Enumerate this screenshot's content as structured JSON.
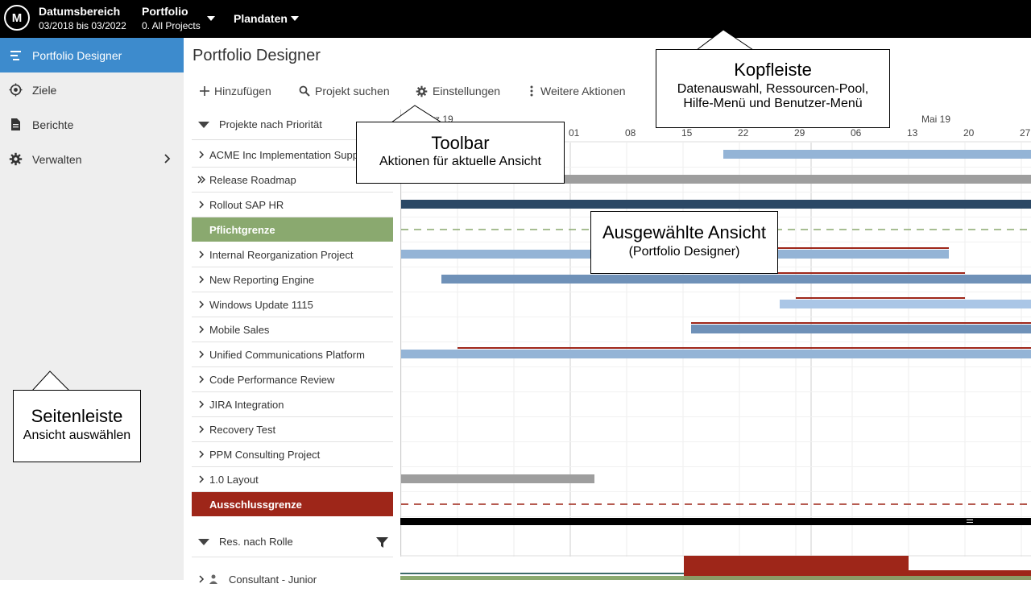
{
  "header": {
    "date_range_label": "Datumsbereich",
    "date_range_value": "03/2018 bis 03/2022",
    "portfolio_label": "Portfolio",
    "portfolio_value": "0. All Projects",
    "plandaten_label": "Plandaten"
  },
  "sidebar": {
    "items": [
      {
        "label": "Portfolio Designer",
        "icon": "portfolio-designer-icon",
        "active": true
      },
      {
        "label": "Ziele",
        "icon": "target-icon"
      },
      {
        "label": "Berichte",
        "icon": "document-icon"
      },
      {
        "label": "Verwalten",
        "icon": "gear-icon"
      }
    ]
  },
  "main": {
    "title": "Portfolio Designer",
    "toolbar": [
      {
        "label": "Hinzufügen",
        "icon": "plus-icon"
      },
      {
        "label": "Projekt suchen",
        "icon": "search-icon"
      },
      {
        "label": "Einstellungen",
        "icon": "gear-icon"
      },
      {
        "label": "Weitere Aktionen",
        "icon": "more-vertical-icon"
      }
    ]
  },
  "list": {
    "group_header": "Projekte nach Priorität",
    "rows": [
      "ACME Inc Implementation Supp",
      "Release Roadmap",
      "Rollout SAP HR",
      "Pflichtgrenze",
      "Internal Reorganization Project",
      "New Reporting Engine",
      "Windows Update 1115",
      "Mobile Sales",
      "Unified Communications Platform",
      "Code Performance Review",
      "JIRA Integration",
      "Recovery Test",
      "PPM Consulting Project",
      "1.0 Layout",
      "Ausschlussgrenze"
    ],
    "res_header": "Res. nach Rolle",
    "res_rows": [
      "Consultant - Junior"
    ]
  },
  "timeline": {
    "months": [
      {
        "label": "rz 19"
      },
      {
        "label": "Mai 19"
      }
    ],
    "weeks": [
      "01",
      "08",
      "15",
      "22",
      "29",
      "06",
      "13",
      "20",
      "27"
    ]
  },
  "colors": {
    "header_bg": "#000000",
    "sidebar_active": "#3d8bcd",
    "pflichtgrenze": "#8aa96f",
    "ausschlussgrenze": "#9e2619",
    "bar_light": "#94b4d6",
    "bar_mid": "#6f91b8",
    "bar_dark": "#2b4865",
    "bar_gray": "#9e9e9e",
    "bar_red": "#9e2619",
    "bar_green": "#8aa96f"
  },
  "callouts": {
    "kopfleiste": {
      "title": "Kopfleiste",
      "sub1": "Datenauswahl, Ressourcen-Pool,",
      "sub2": "Hilfe-Menü und Benutzer-Menü"
    },
    "toolbar": {
      "title": "Toolbar",
      "sub": "Aktionen für aktuelle Ansicht"
    },
    "ansicht": {
      "title": "Ausgewählte Ansicht",
      "sub": "(Portfolio Designer)"
    },
    "seitenleiste": {
      "title": "Seitenleiste",
      "sub": "Ansicht auswählen"
    }
  }
}
